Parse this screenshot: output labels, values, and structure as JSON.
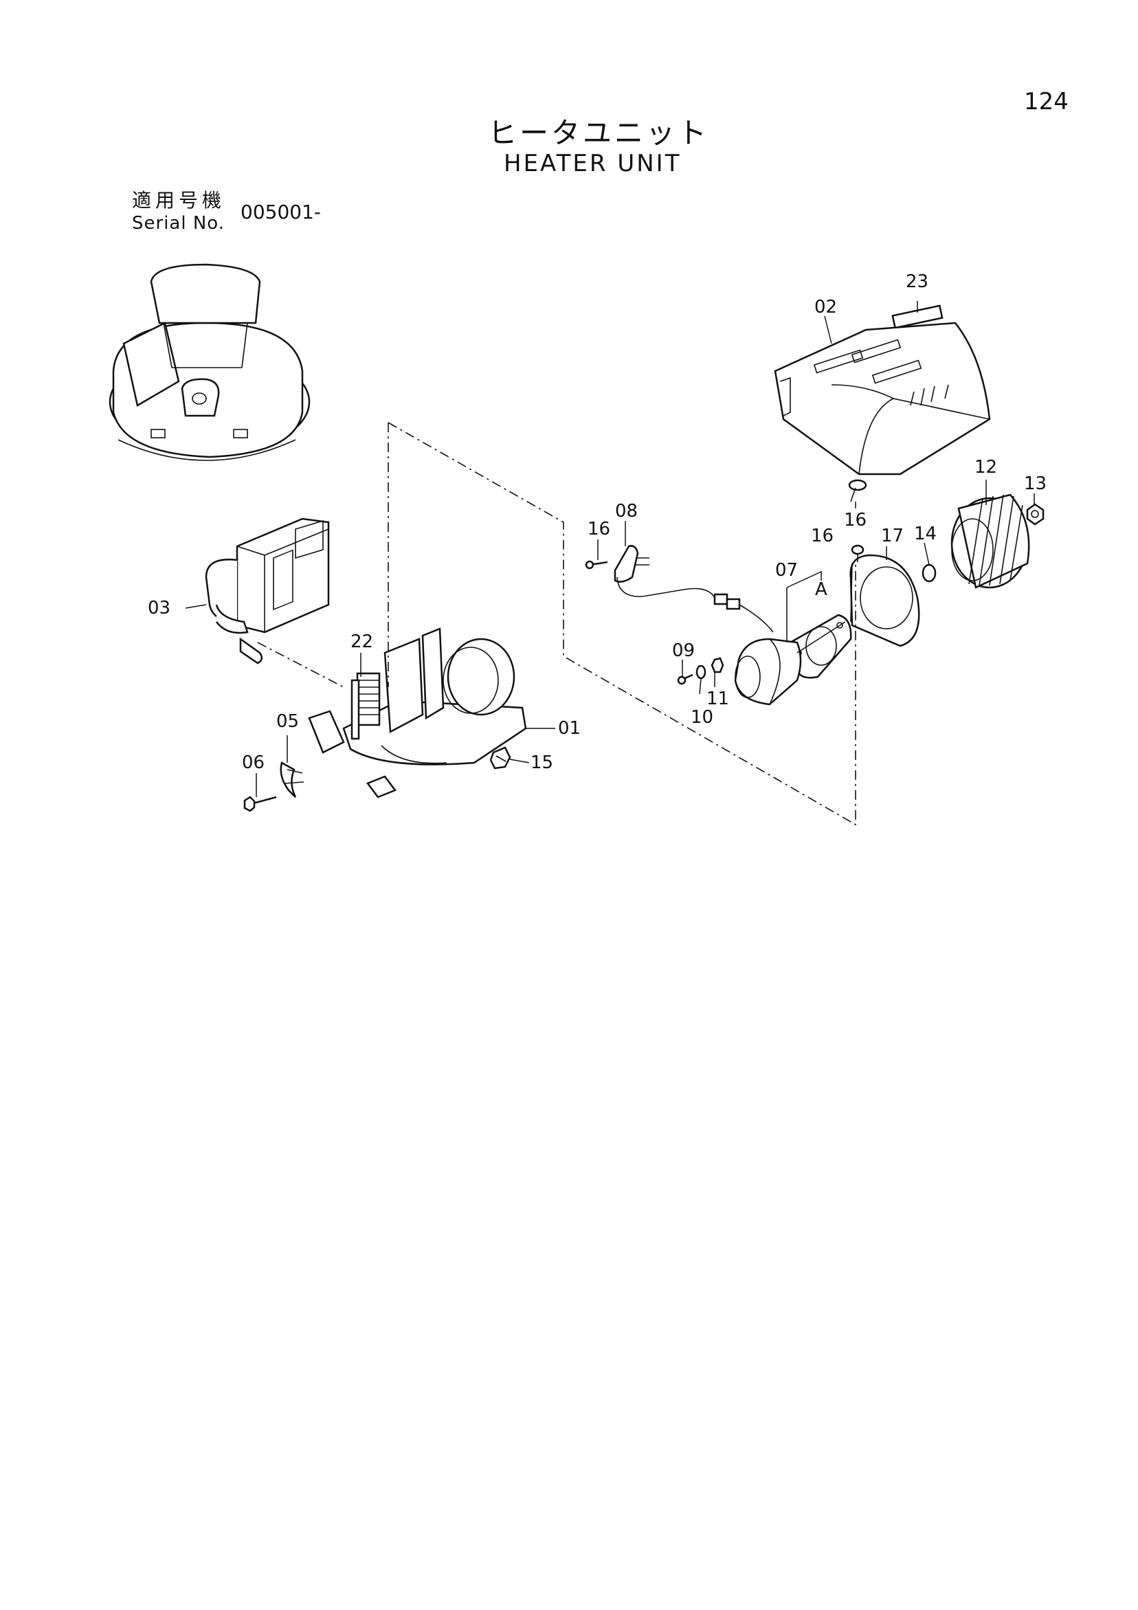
{
  "page": {
    "number": "124",
    "title_jp": "ヒータユニット",
    "title_en": "HEATER UNIT",
    "serial_label_jp": "適用号機",
    "serial_label_en": "Serial No.",
    "serial_value": "005001-"
  },
  "callouts": {
    "c01": "01",
    "c02": "02",
    "c03": "03",
    "c05": "05",
    "c06": "06",
    "c07": "07",
    "c08": "08",
    "c09": "09",
    "c10": "10",
    "c11": "11",
    "c12": "12",
    "c13": "13",
    "c14": "14",
    "c15": "15",
    "c16a": "16",
    "c16b": "16",
    "c16c": "16",
    "c17": "17",
    "c22": "22",
    "c23": "23",
    "cA": "A"
  }
}
